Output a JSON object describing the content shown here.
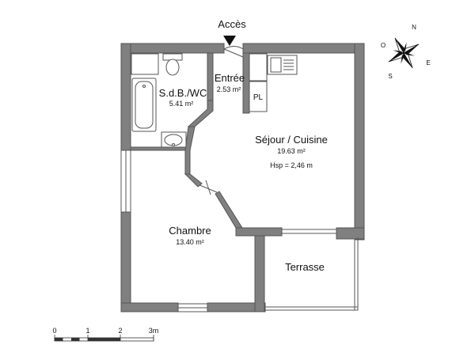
{
  "access_label": "Accès",
  "rooms": {
    "sdb": {
      "name": "S.d.B./WC",
      "area": "5.41 m²"
    },
    "entree": {
      "name": "Entrée",
      "area": "2.53 m²"
    },
    "pl": {
      "name": "PL"
    },
    "sejour": {
      "name": "Séjour / Cuisine",
      "area": "19.63 m²",
      "height": "Hsp =  2,46 m"
    },
    "chambre": {
      "name": "Chambre",
      "area": "13.40 m²"
    },
    "terrasse": {
      "name": "Terrasse"
    }
  },
  "compass": {
    "n": "N",
    "s": "S",
    "e": "E",
    "o": "O"
  },
  "scale": {
    "ticks": [
      "0",
      "1",
      "2",
      "3m"
    ]
  },
  "colors": {
    "wall": "#808080",
    "line": "#555555",
    "text": "#111111"
  }
}
